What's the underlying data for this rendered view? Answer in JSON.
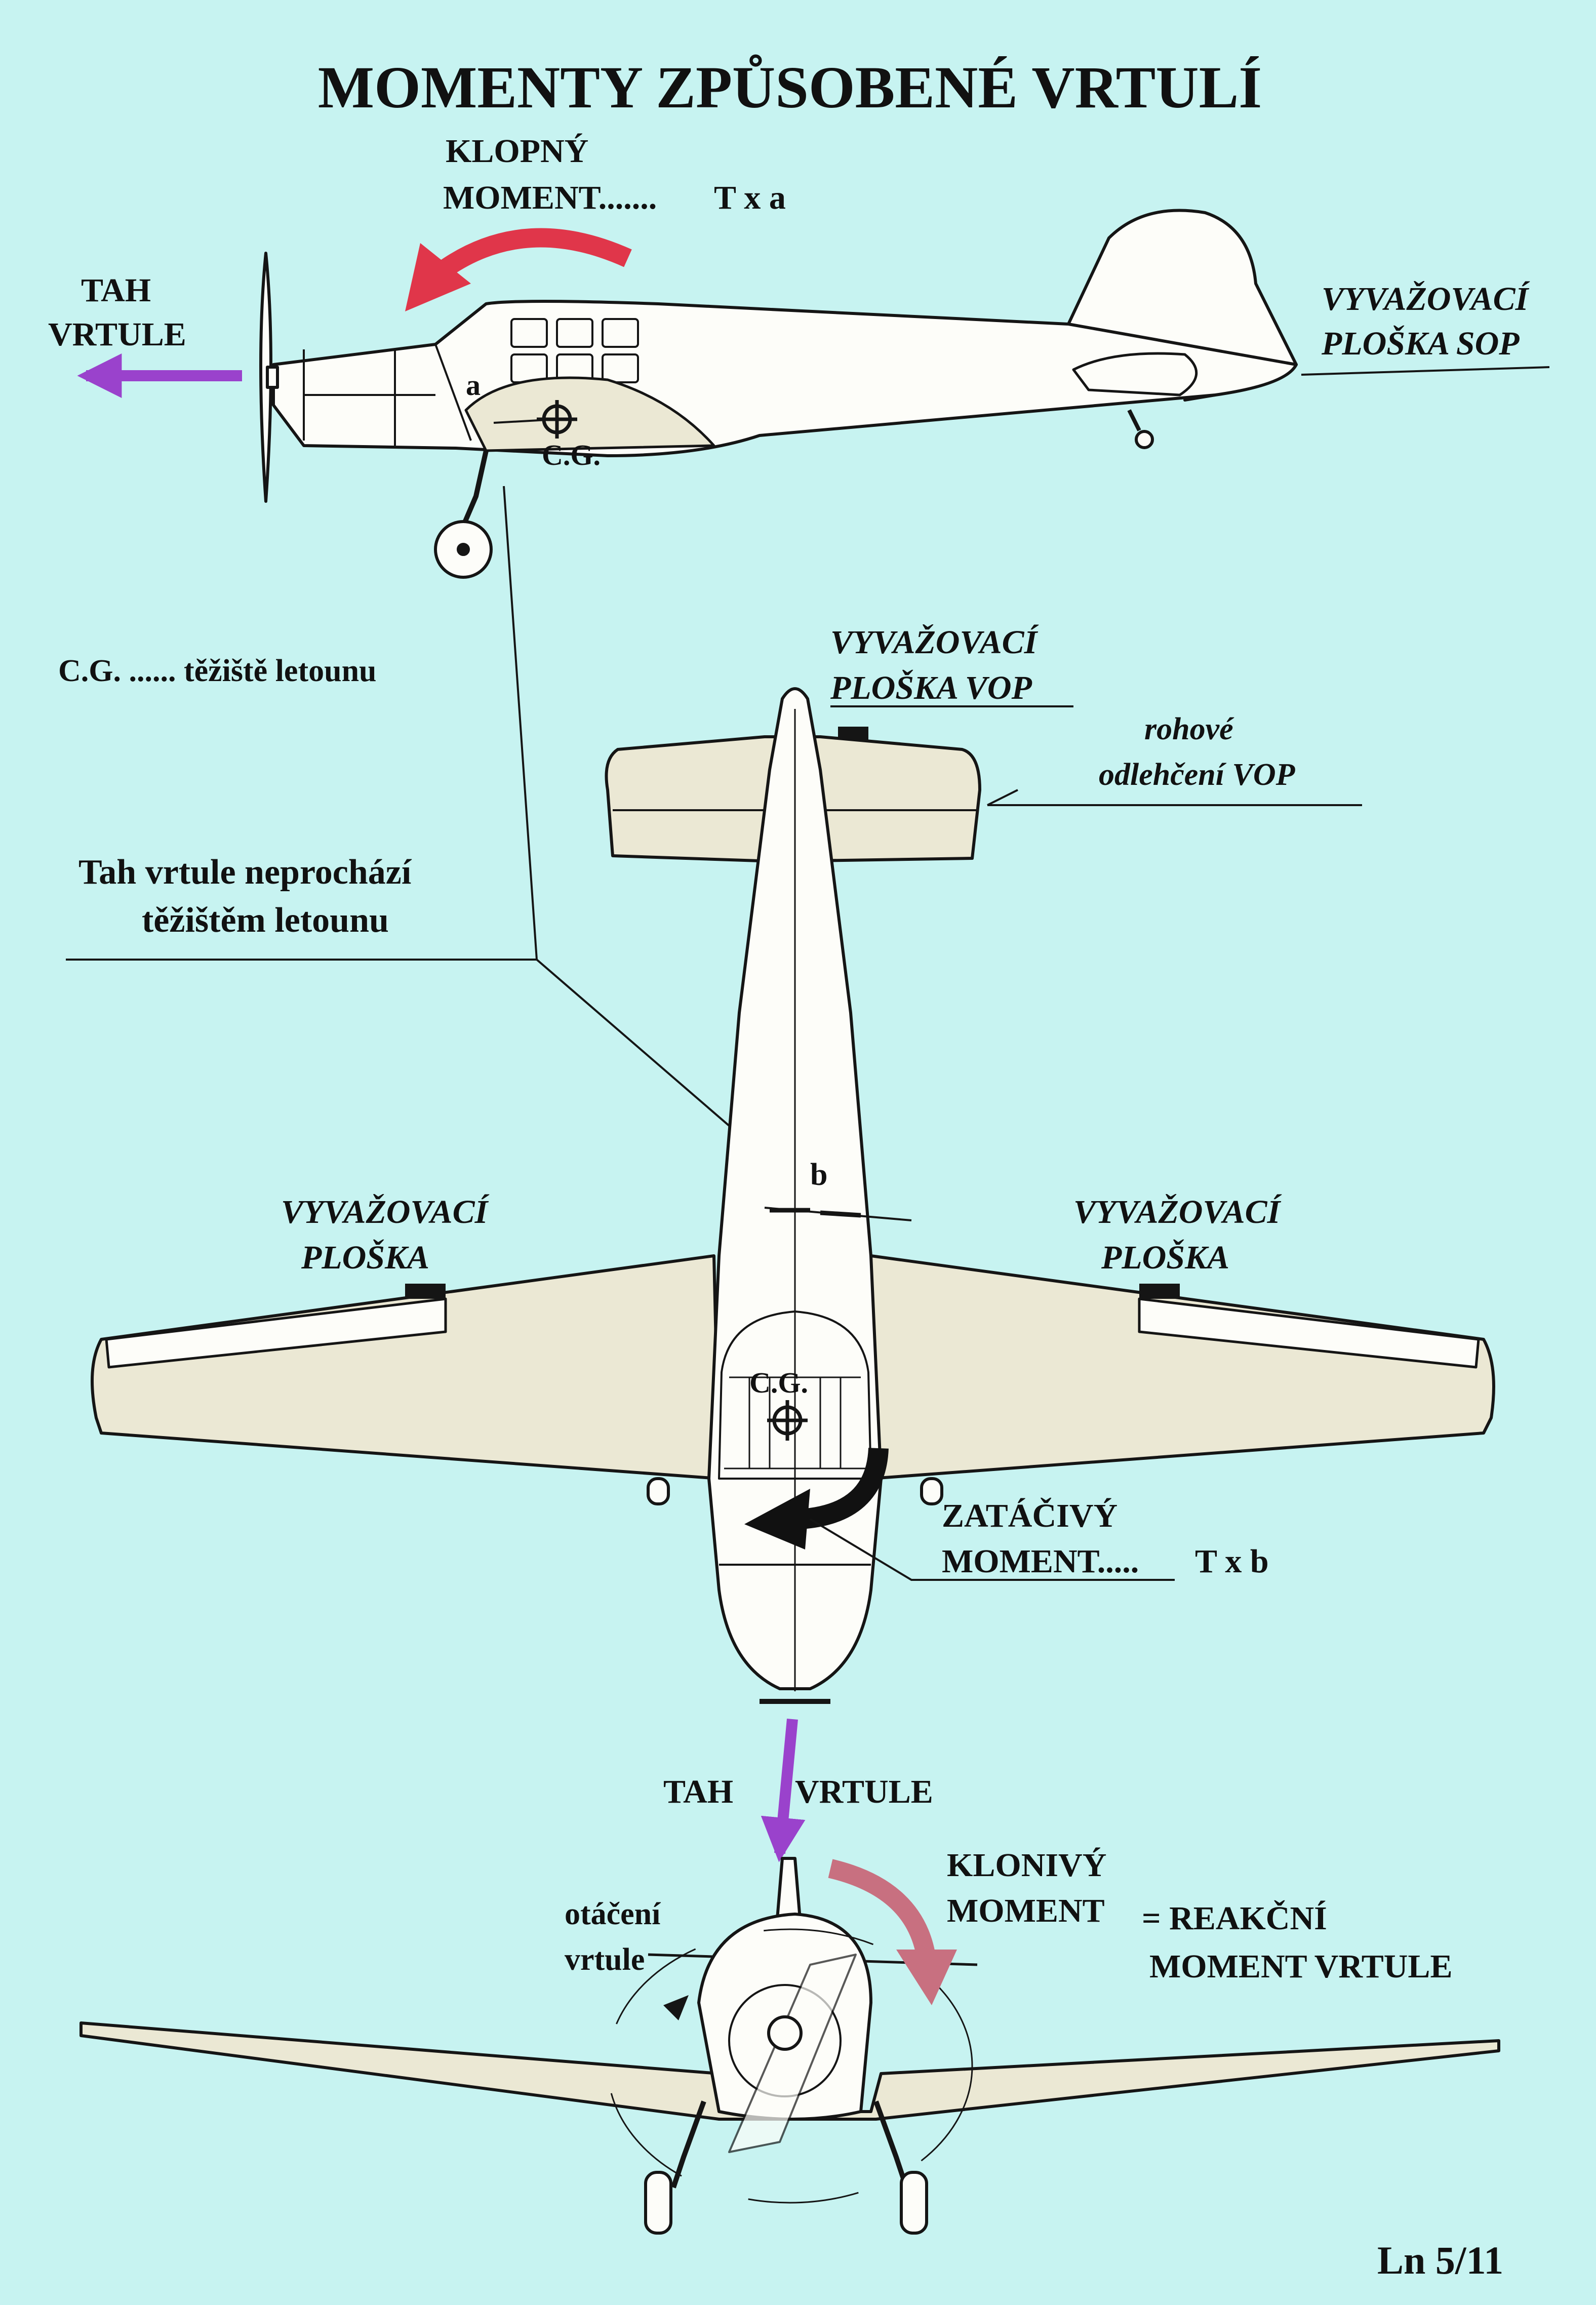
{
  "title": "MOMENTY ZPŮSOBENÉ VRTULÍ",
  "colors": {
    "background": "#c7f3f1",
    "wing_fill": "#ebe8d4",
    "body_fill": "#fdfdf9",
    "outline": "#151515",
    "pitch_arrow": "#e0364a",
    "thrust_arrow": "#9a42cc",
    "roll_arrow": "#c87080",
    "yaw_arrow": "#111111"
  },
  "side_view": {
    "pitch_moment_line1": "KLOPNÝ",
    "pitch_moment_line2": "MOMENT.......",
    "pitch_formula": "T x a",
    "thrust_line1": "TAH",
    "thrust_line2": "VRTULE",
    "trim_sop_line1": "VYVAŽOVACÍ",
    "trim_sop_line2": "PLOŠKA SOP",
    "arm_label": "a",
    "cg_label": "C.G."
  },
  "legend_cg": "C.G. ...... těžiště letounu",
  "note_line1": "Tah vrtule neprochází",
  "note_line2": "těžištěm letounu",
  "top_view": {
    "trim_vop_line1": "VYVAŽOVACÍ",
    "trim_vop_line2": "PLOŠKA VOP",
    "horn_line1": "rohové",
    "horn_line2": "odlehčení VOP",
    "trim_left_line1": "VYVAŽOVACÍ",
    "trim_left_line2": "PLOŠKA",
    "trim_right_line1": "VYVAŽOVACÍ",
    "trim_right_line2": "PLOŠKA",
    "arm_label": "b",
    "cg_label": "C.G.",
    "yaw_moment_line1": "ZATÁČIVÝ",
    "yaw_moment_line2": "MOMENT.....",
    "yaw_formula": "T x b",
    "thrust_word1": "TAH",
    "thrust_word2": "VRTULE"
  },
  "front_view": {
    "rotation_line1": "otáčení",
    "rotation_line2": "vrtule",
    "roll_moment_line1": "KLONIVÝ",
    "roll_moment_line2": "MOMENT",
    "reaction_line1": "= REAKČNÍ",
    "reaction_line2": "MOMENT VRTULE"
  },
  "page_ref": "Ln 5/11"
}
